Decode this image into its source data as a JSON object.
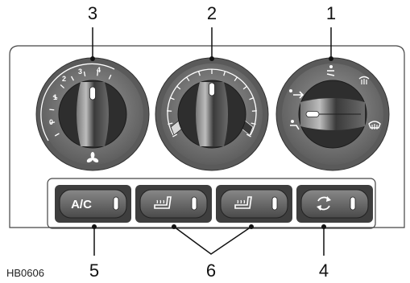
{
  "figure_code": "HB0606",
  "callouts": [
    "1",
    "2",
    "3",
    "4",
    "5",
    "6"
  ],
  "fan_dial": {
    "scale_labels": [
      "0",
      "1",
      "2",
      "3",
      "4"
    ],
    "icon": "fan-icon"
  },
  "temperature_dial": {
    "icons": [
      "cold-indicator-icon",
      "hot-indicator-icon"
    ]
  },
  "distribution_dial": {
    "icons": [
      "face-vent-icon",
      "face-and-feet-icon",
      "feet-icon",
      "feet-and-windscreen-icon",
      "windscreen-icon"
    ]
  },
  "buttons": [
    {
      "label": "A/C",
      "icon": ""
    },
    {
      "label": "",
      "icon": "heated-seat-icon"
    },
    {
      "label": "",
      "icon": "heated-seat-icon"
    },
    {
      "label": "",
      "icon": "recirculation-icon"
    }
  ],
  "colors": {
    "panel_outline": "#444444",
    "dial_ring": "#7a7a7a",
    "knob": "#3a3a3a",
    "button_face": "#6b6b6b"
  }
}
